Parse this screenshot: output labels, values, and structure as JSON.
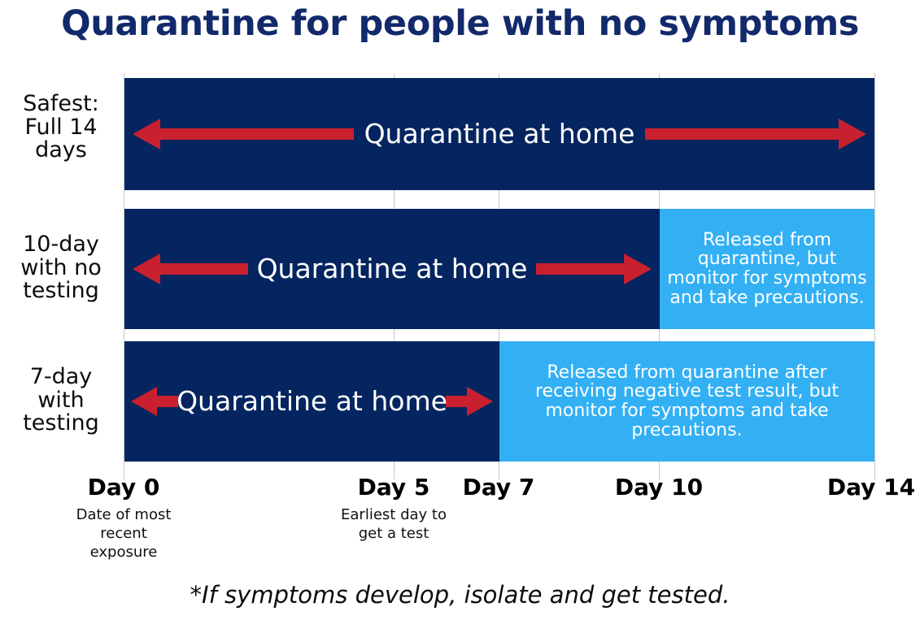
{
  "title": "Quarantine for people with no symptoms",
  "footnote": "*If symptoms develop, isolate and get tested.",
  "colors": {
    "title_navy": "#12296b",
    "quarantine_navy": "#04255f",
    "released_blue": "#33b0f4",
    "arrow_red": "#c9202f",
    "gridline": "#c8c8c8",
    "bar_text": "#ffffff"
  },
  "chart_data": {
    "type": "bar",
    "title": "Quarantine for people with no symptoms",
    "xlabel": "",
    "ylabel": "",
    "xlim": [
      0,
      14
    ],
    "grid": true,
    "legend": "none",
    "x_axis": {
      "ticks": [
        {
          "value": 0,
          "label": "Day 0",
          "sublabel": "Date of most recent exposure"
        },
        {
          "value": 5,
          "label": "Day 5",
          "sublabel": "Earliest day to get a test"
        },
        {
          "value": 7,
          "label": "Day 7",
          "sublabel": ""
        },
        {
          "value": 10,
          "label": "Day 10",
          "sublabel": ""
        },
        {
          "value": 14,
          "label": "Day 14",
          "sublabel": ""
        }
      ]
    },
    "categories": [
      "Safest: Full 14 days",
      "10-day with no testing",
      "7-day with testing"
    ],
    "series": [
      {
        "name": "Quarantine at home",
        "values": [
          14,
          10,
          7
        ],
        "color": "#04255f"
      },
      {
        "name": "Released, monitor for symptoms",
        "values": [
          0,
          4,
          7
        ],
        "color": "#33b0f4"
      }
    ],
    "rows": [
      {
        "label": "Safest:\nFull 14\ndays",
        "quarantine_start": 0,
        "quarantine_end": 14,
        "quarantine_text": "Quarantine at home",
        "released_start": 14,
        "released_end": 14,
        "released_text": ""
      },
      {
        "label": "10-day\nwith no\ntesting",
        "quarantine_start": 0,
        "quarantine_end": 10,
        "quarantine_text": "Quarantine at home",
        "released_start": 10,
        "released_end": 14,
        "released_text": "Released from quarantine, but monitor for symptoms and take precautions."
      },
      {
        "label": "7-day\nwith\ntesting",
        "quarantine_start": 0,
        "quarantine_end": 7,
        "quarantine_text": "Quarantine at home",
        "released_start": 7,
        "released_end": 14,
        "released_text": "Released from quarantine after receiving negative test result, but monitor for symptoms and take precautions."
      }
    ]
  },
  "rows": {
    "row1": {
      "label_line1": "Safest:",
      "label_line2": "Full 14",
      "label_line3": "days",
      "quarantine_text": "Quarantine at home",
      "released_text": ""
    },
    "row2": {
      "label_line1": "10-day",
      "label_line2": "with no",
      "label_line3": "testing",
      "quarantine_text": "Quarantine at home",
      "released_text": "Released from quarantine, but monitor for symptoms and take precautions."
    },
    "row3": {
      "label_line1": "7-day",
      "label_line2": "with",
      "label_line3": "testing",
      "quarantine_text": "Quarantine at home",
      "released_text": "Released from quarantine after receiving negative test result, but monitor for symptoms and take precautions."
    }
  },
  "axis": {
    "tick0": {
      "day": "Day 0",
      "sub_line1": "Date of most",
      "sub_line2": "recent",
      "sub_line3": "exposure"
    },
    "tick5": {
      "day": "Day 5",
      "sub_line1": "Earliest day to",
      "sub_line2": "get a test",
      "sub_line3": ""
    },
    "tick7": {
      "day": "Day 7",
      "sub_line1": "",
      "sub_line2": "",
      "sub_line3": ""
    },
    "tick10": {
      "day": "Day 10",
      "sub_line1": "",
      "sub_line2": "",
      "sub_line3": ""
    },
    "tick14": {
      "day": "Day 14",
      "sub_line1": "",
      "sub_line2": "",
      "sub_line3": ""
    }
  }
}
